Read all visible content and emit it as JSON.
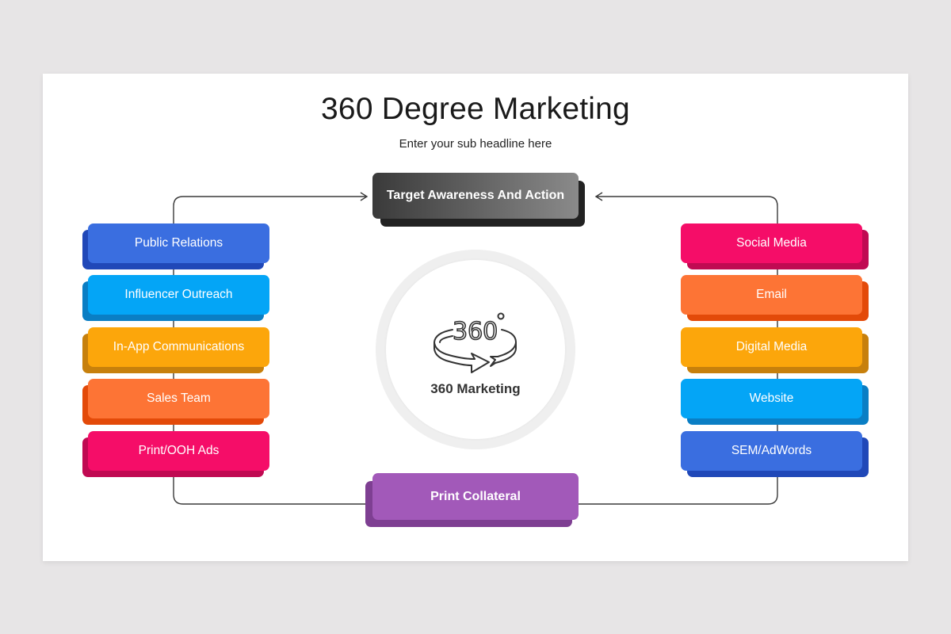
{
  "title": "360 Degree Marketing",
  "subtitle": "Enter your sub headline here",
  "top_hub": {
    "label": "Target Awareness And Action",
    "color_from": "#3a3a3a",
    "color_to": "#8a8a8a",
    "shadow": "#222222"
  },
  "bottom_hub": {
    "label": "Print Collateral",
    "color": "#a259b9",
    "shadow": "#7e3f92"
  },
  "center": {
    "icon": "360-rotation-icon",
    "label": "360 Marketing"
  },
  "left_channels": [
    {
      "label": "Public Relations",
      "color": "#3a6ee0",
      "shadow": "#2048b8"
    },
    {
      "label": "Influencer Outreach",
      "color": "#04a5f6",
      "shadow": "#0a7ec4"
    },
    {
      "label": "In-App Communications",
      "color": "#fca60b",
      "shadow": "#c7800c"
    },
    {
      "label": "Sales Team",
      "color": "#fd7435",
      "shadow": "#e34a09"
    },
    {
      "label": "Print/OOH Ads",
      "color": "#f50d68",
      "shadow": "#c00a52"
    }
  ],
  "right_channels": [
    {
      "label": "Social Media",
      "color": "#f50d68",
      "shadow": "#c00a52"
    },
    {
      "label": "Email",
      "color": "#fd7435",
      "shadow": "#e34a09"
    },
    {
      "label": "Digital Media",
      "color": "#fca60b",
      "shadow": "#c7800c"
    },
    {
      "label": "Website",
      "color": "#04a5f6",
      "shadow": "#0a7ec4"
    },
    {
      "label": "SEM/AdWords",
      "color": "#3a6ee0",
      "shadow": "#2048b8"
    }
  ]
}
